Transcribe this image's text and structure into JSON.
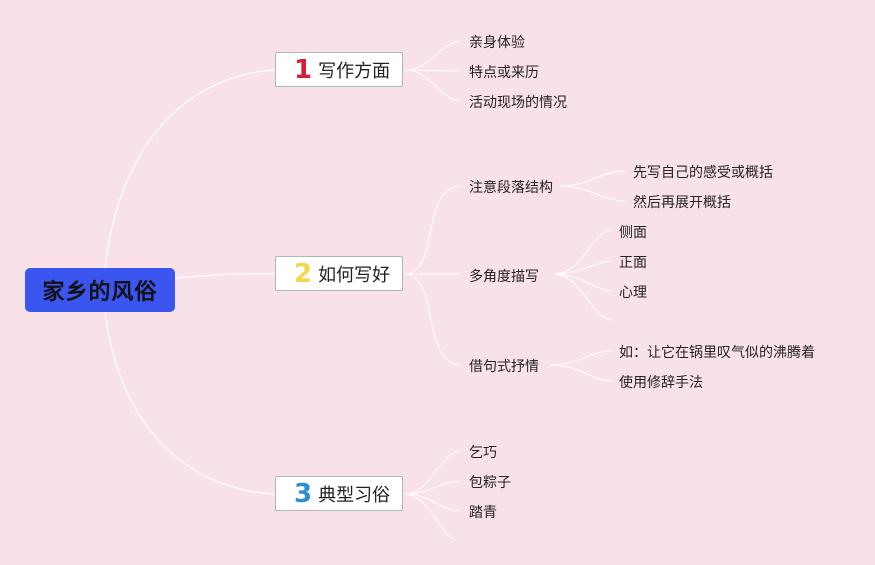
{
  "root": {
    "label": "家乡的风俗"
  },
  "topics": [
    {
      "number": "1",
      "number_color": "#d6203a",
      "label": "写作方面",
      "children": [
        "亲身体验",
        "特点或来历",
        "活动现场的情况"
      ]
    },
    {
      "number": "2",
      "number_color": "#f3d94a",
      "label": "如何写好",
      "children": [
        {
          "label": "注意段落结构",
          "children": [
            "先写自己的感受或概括",
            "然后再展开概括"
          ]
        },
        {
          "label": "多角度描写",
          "children": [
            "侧面",
            "正面",
            "心理"
          ]
        },
        {
          "label": "借句式抒情",
          "children": [
            "如：让它在锅里叹气似的沸腾着",
            "使用修辞手法"
          ]
        }
      ]
    },
    {
      "number": "3",
      "number_color": "#2a8fd6",
      "label": "典型习俗",
      "children": [
        "乞巧",
        "包粽子",
        "踏青"
      ]
    }
  ],
  "colors": {
    "background": "#f9e1ea",
    "root": "#3a55f0",
    "line": "#ffffff"
  }
}
